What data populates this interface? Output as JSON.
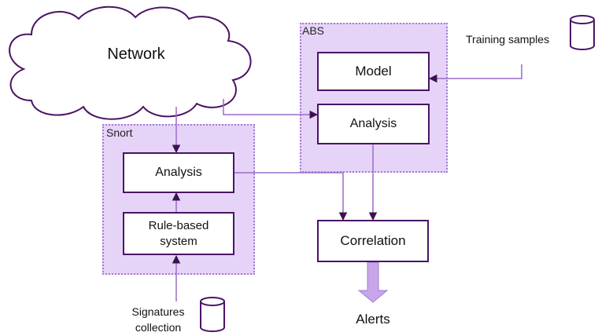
{
  "network": {
    "label": "Network"
  },
  "groups": {
    "abs": {
      "label": "ABS"
    },
    "snort": {
      "label": "Snort"
    }
  },
  "abs": {
    "model": "Model",
    "analysis": "Analysis"
  },
  "snort": {
    "analysis": "Analysis",
    "rules": "Rule-based system"
  },
  "correlation": {
    "label": "Correlation"
  },
  "alerts": {
    "label": "Alerts"
  },
  "sources": {
    "training": "Training samples",
    "signatures": "Signatures collection"
  },
  "colors": {
    "group_fill": "#e6d4f8",
    "group_border": "#a47bd0",
    "box_border": "#4a1463",
    "connector": "#9a6cc8",
    "arrow_head": "#3d1150",
    "alert_arrow_fill": "#c7a6ea"
  }
}
